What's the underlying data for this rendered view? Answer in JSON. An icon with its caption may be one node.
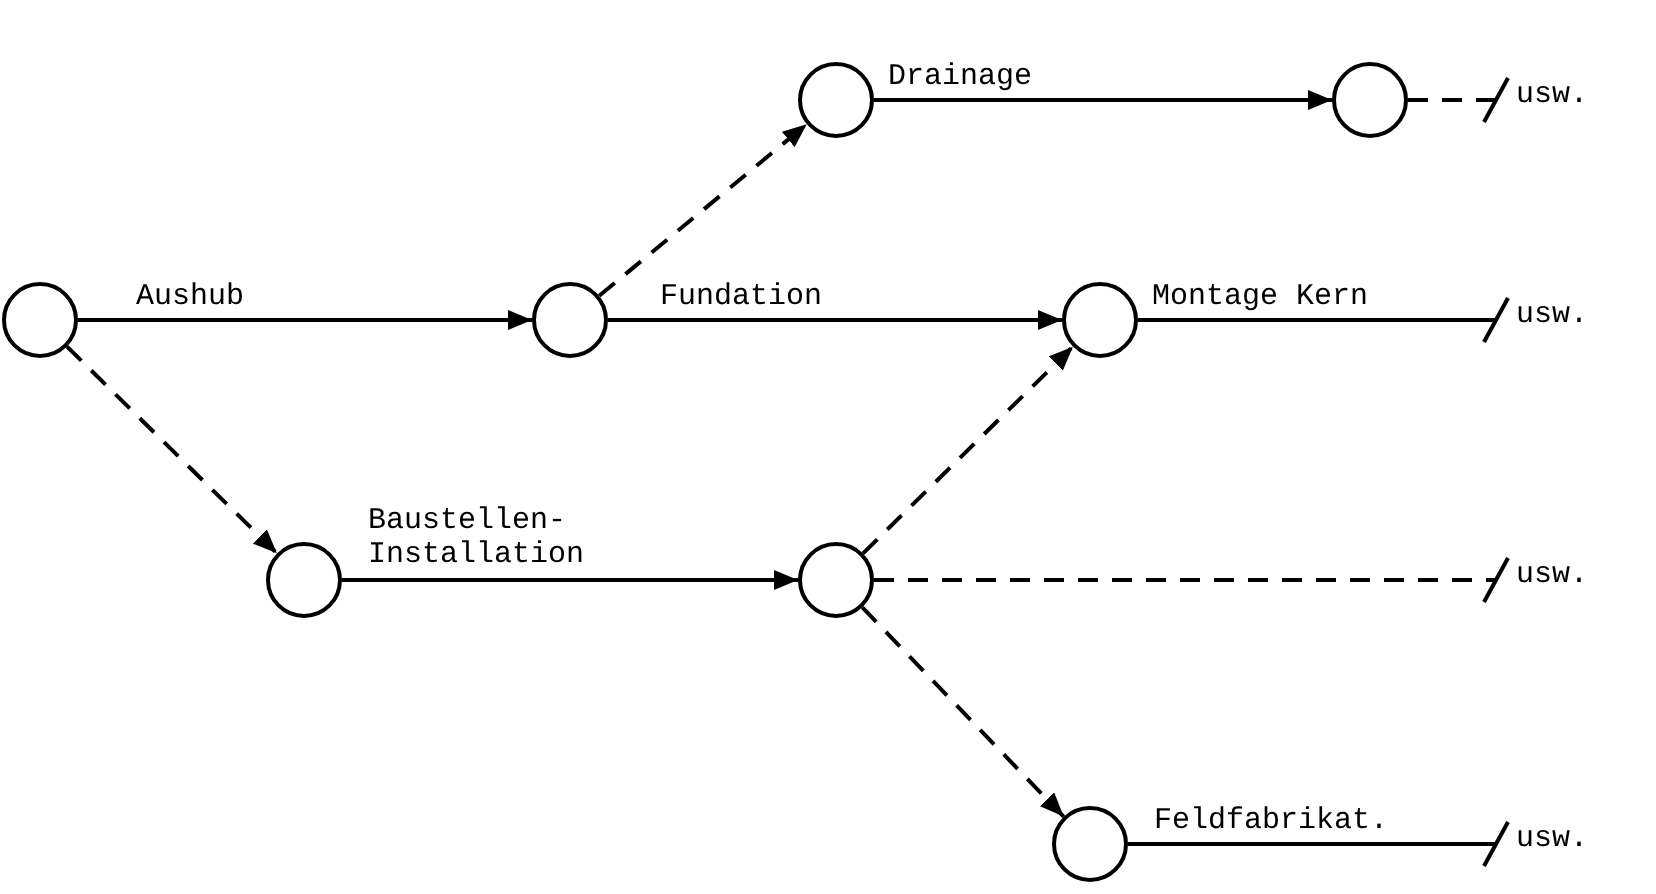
{
  "diagram": {
    "nodes": [
      {
        "text": [],
        "shape": "circle"
      },
      {
        "text": [],
        "shape": "circle"
      },
      {
        "text": [],
        "shape": "circle"
      },
      {
        "text": [],
        "shape": "circle"
      },
      {
        "text": [],
        "shape": "circle"
      },
      {
        "text": [],
        "shape": "circle"
      },
      {
        "text": [],
        "shape": "circle"
      },
      {
        "text": [],
        "shape": "circle"
      },
      {
        "text": [
          "usw."
        ]
      },
      {
        "text": [
          "usw."
        ]
      },
      {
        "text": [
          "usw."
        ]
      },
      {
        "text": [
          "usw."
        ]
      }
    ],
    "edges": [
      {
        "from": 0,
        "to": 1,
        "arrow": "to",
        "label": "Aushub"
      },
      {
        "from": 0,
        "to": 5,
        "arrow": "to",
        "style": "dashed"
      },
      {
        "from": 1,
        "to": 2,
        "arrow": "to",
        "style": "dashed"
      },
      {
        "from": 1,
        "to": 4,
        "arrow": "to",
        "label": "Fundation"
      },
      {
        "from": 2,
        "to": 3,
        "arrow": "to",
        "label": "Drainage"
      },
      {
        "from": 3,
        "to": 8,
        "arrow": "other",
        "style": "dashed"
      },
      {
        "from": 4,
        "to": 9,
        "arrow": "other",
        "label": "Montage Kern"
      },
      {
        "from": 5,
        "to": 6,
        "arrow": "to",
        "label": "Baustellen- Installation"
      },
      {
        "from": 6,
        "to": 4,
        "arrow": "to",
        "style": "dashed"
      },
      {
        "from": 6,
        "to": 10,
        "arrow": "other",
        "style": "dashed"
      },
      {
        "from": 6,
        "to": 7,
        "arrow": "to",
        "style": "dashed"
      },
      {
        "from": 7,
        "to": 11,
        "arrow": "other",
        "label": "Feldfabrikat."
      }
    ]
  }
}
